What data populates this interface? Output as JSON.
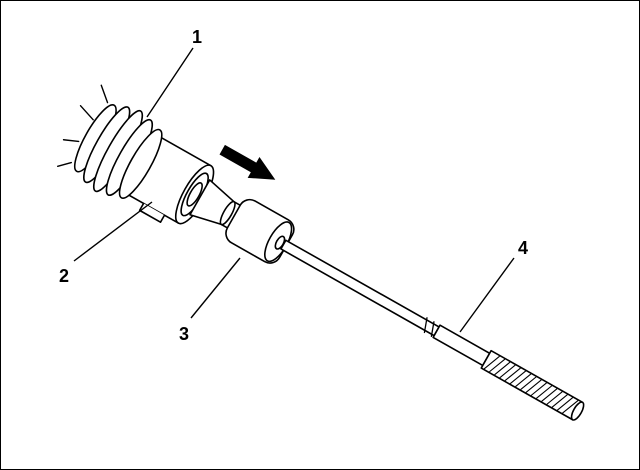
{
  "figure": {
    "background_color": "#ffffff",
    "line_color": "#000000",
    "arrow_color": "#000000",
    "callouts": [
      {
        "label": "1"
      },
      {
        "label": "2"
      },
      {
        "label": "3"
      },
      {
        "label": "4"
      }
    ],
    "icons": {
      "direction_arrow": "arrow-down-right"
    }
  }
}
